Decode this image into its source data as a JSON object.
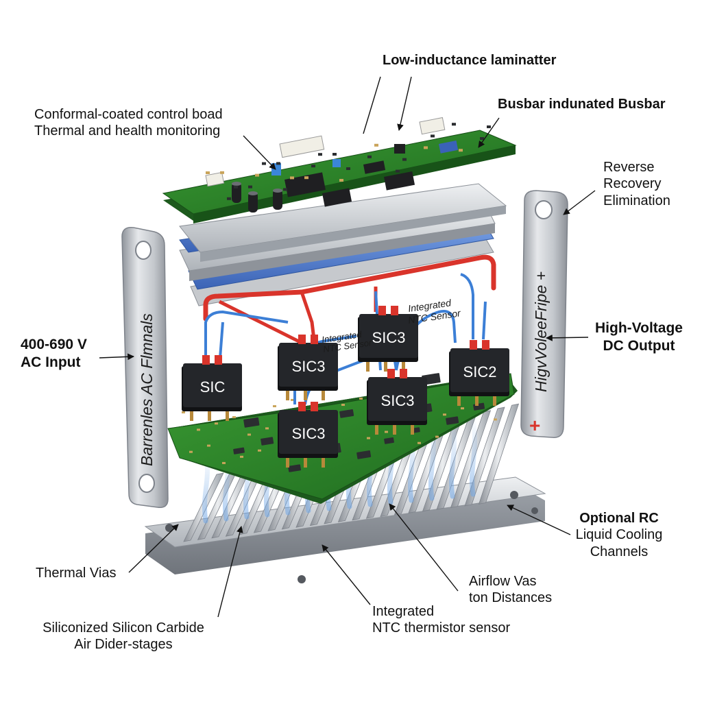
{
  "labels": {
    "laminate": [
      "Low-inductance laminatter"
    ],
    "busbar": [
      "Busbar indunated Busbar"
    ],
    "control_board": [
      "Conformal-coated control boad",
      "Thermal and health monitoring"
    ],
    "reverse_recovery": [
      "Reverse",
      "Recovery",
      "Elimination"
    ],
    "ac_input": [
      "400-690 V",
      "AC Input"
    ],
    "dc_output": [
      "High-Voltage",
      "DC Output"
    ],
    "optional_rc": [
      "Optional RC",
      "Liquid Cooling",
      "Channels"
    ],
    "thermal_vias": [
      "Thermal Vias"
    ],
    "airflow": [
      "Airflow Vas",
      "ton Distances"
    ],
    "integrated_ntc": [
      "Integrated",
      "NTC thermistor sensor"
    ],
    "sic_stages": [
      "Siliconized Silicon Carbide",
      "Air Dider-stages"
    ]
  },
  "terminals": {
    "left_text": "Barrenles AC Flmnals",
    "right_text": "HigvVoleeFripe +",
    "right_polarity": "+"
  },
  "modules": [
    "SIC",
    "SIC3",
    "SIC3",
    "SIC3",
    "SIC3",
    "SIC2"
  ],
  "sensor_tag": [
    "Integrated",
    "NTC Sensor"
  ],
  "board_tag": [
    "Integrated",
    "NTC Sensor"
  ],
  "colors": {
    "pcb": "#2f8a2a",
    "laminate_blue": "#4f7fd0",
    "wire_red": "#d9342b",
    "wire_blue": "#3c7fd6",
    "heatsink": "#b9bdc3",
    "module": "#1f2124"
  }
}
